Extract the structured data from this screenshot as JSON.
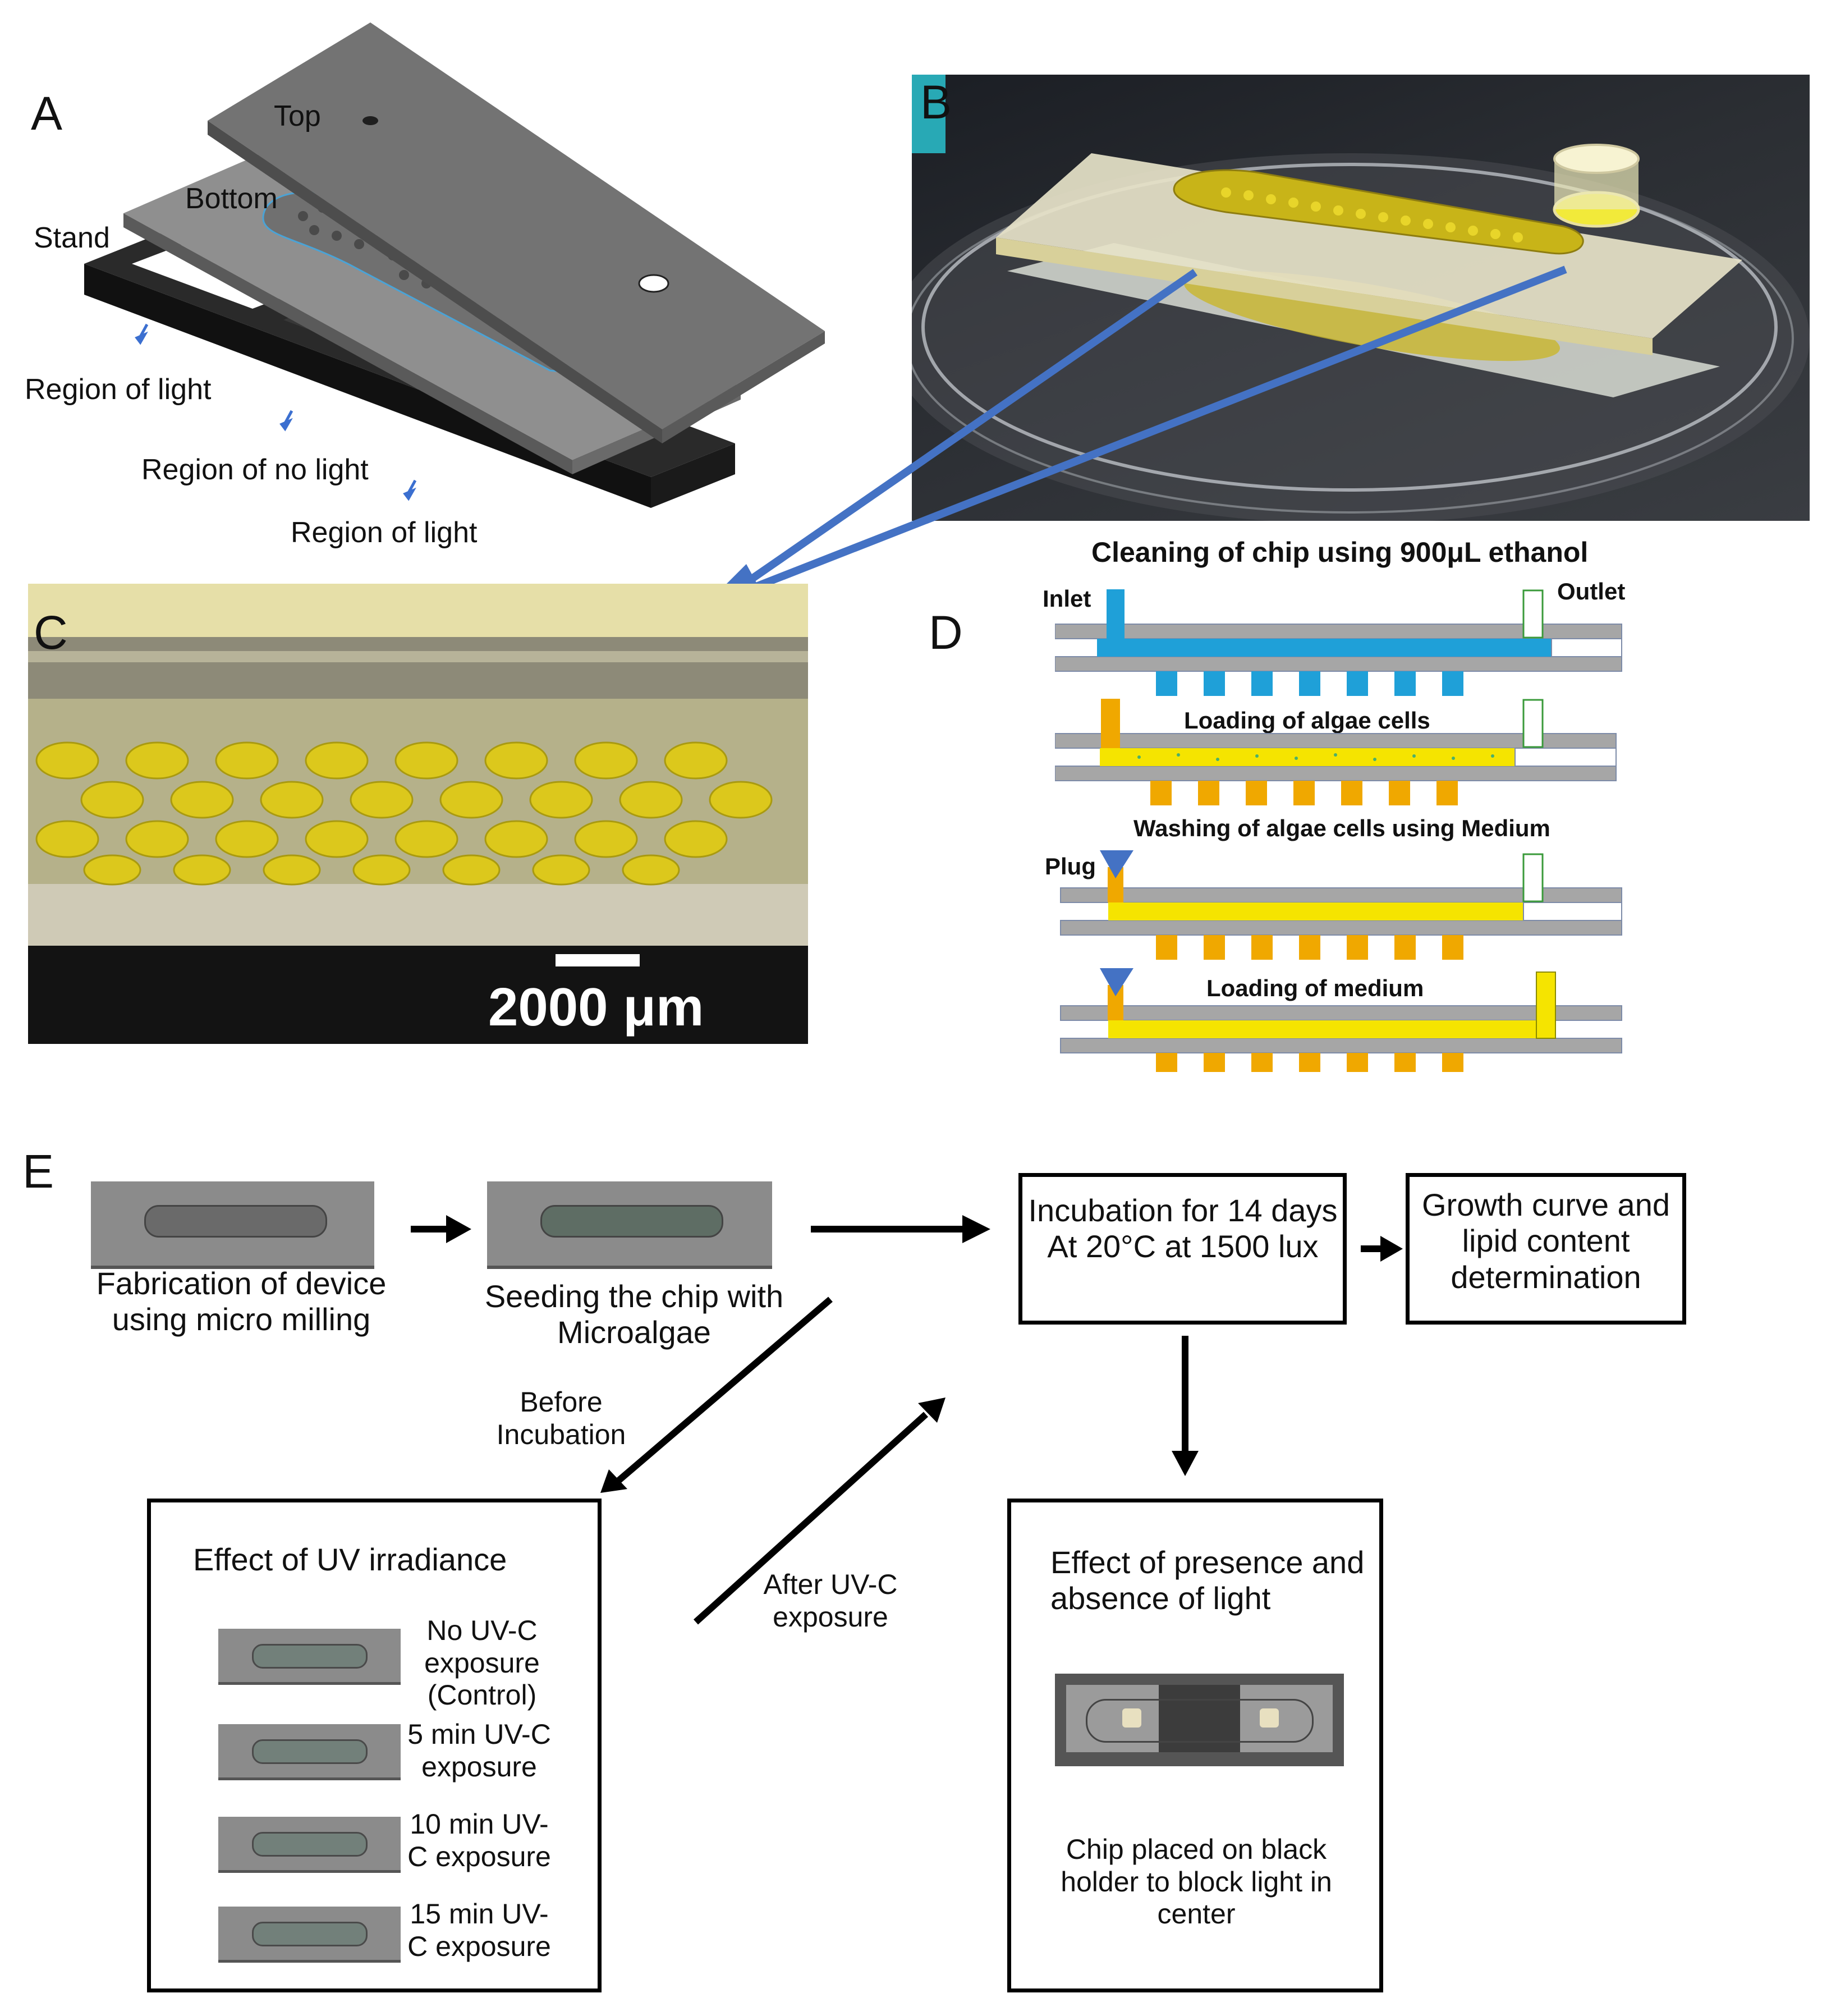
{
  "panelA": {
    "letter": "A",
    "labels": {
      "top": "Top",
      "bottom": "Bottom",
      "stand": "Stand",
      "light1": "Region of light",
      "nolight": "Region of no light",
      "light2": "Region of light"
    }
  },
  "panelB": {
    "letter": "B"
  },
  "panelC": {
    "letter": "C",
    "scale_bar": "2000 μm"
  },
  "panelD": {
    "letter": "D",
    "title": "Cleaning of chip using 900μL ethanol",
    "inlet": "Inlet",
    "outlet": "Outlet",
    "step2": "Loading of algae cells",
    "step3": "Washing of algae cells using Medium",
    "plug": "Plug",
    "step4": "Loading of medium"
  },
  "panelE": {
    "letter": "E",
    "fabrication": "Fabrication of device using micro milling",
    "seeding": "Seeding the chip with Microalgae",
    "incubation": "Incubation for 14 days At 20°C at 1500 lux",
    "growth": "Growth curve and lipid content determination",
    "before": "Before Incubation",
    "after": "After UV-C exposure",
    "uv_title": "Effect of UV irradiance",
    "uv_items": [
      "No UV-C exposure (Control)",
      "5 min UV-C exposure",
      "10 min UV-C exposure",
      "15 min UV-C exposure"
    ],
    "light_title": "Effect of presence and absence of light",
    "light_caption": "Chip placed on black holder to block light in center"
  },
  "colors": {
    "arrow_blue": "#4472c4",
    "channel_blue": "#1fa0d8",
    "algae_yellow": "#f5e400",
    "well_orange": "#f0a800",
    "plate_grey": "#a6a6a6"
  }
}
